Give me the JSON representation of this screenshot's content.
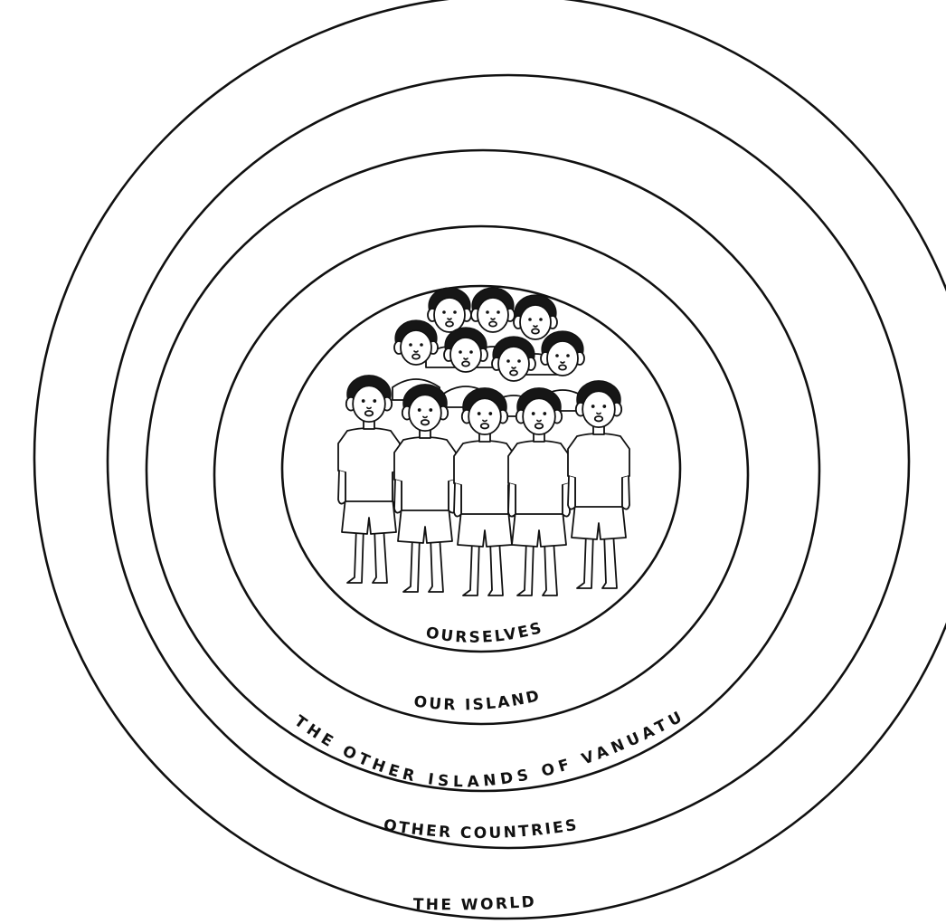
{
  "diagram": {
    "rings": [
      {
        "id": "ourselves",
        "label": "OURSELVES"
      },
      {
        "id": "our-island",
        "label": "OUR ISLAND"
      },
      {
        "id": "other-islands",
        "label": "THE OTHER ISLANDS OF VANUATU"
      },
      {
        "id": "other-countries",
        "label": "OTHER COUNTRIES"
      },
      {
        "id": "the-world",
        "label": "THE WORLD"
      }
    ],
    "illustration": {
      "subject": "group of children",
      "count": 12
    }
  }
}
